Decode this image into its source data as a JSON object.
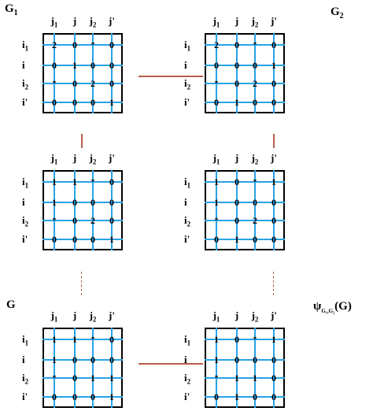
{
  "labels": {
    "g1": "G",
    "g1_sub": "1",
    "g2": "G",
    "g2_sub": "2",
    "g": "G",
    "psi_symbol": "ψ",
    "psi_sub": "G₁,G₂",
    "psi_arg": "(G)"
  },
  "cols": [
    {
      "base": "j",
      "sub": "1"
    },
    {
      "base": "j",
      "sub": ""
    },
    {
      "base": "j",
      "sub": "2"
    },
    {
      "base": "j'",
      "sub": ""
    }
  ],
  "rows": [
    {
      "base": "i",
      "sub": "1"
    },
    {
      "base": "i",
      "sub": ""
    },
    {
      "base": "i",
      "sub": "2"
    },
    {
      "base": "i'",
      "sub": ""
    }
  ],
  "matrices": [
    {
      "id": "G1-top-left",
      "cells": [
        [
          "2",
          "0",
          "*",
          "0"
        ],
        [
          "0",
          "1",
          "0",
          "0"
        ],
        [
          "*",
          "0",
          "2",
          "0"
        ],
        [
          "0",
          "0",
          "0",
          "1"
        ]
      ]
    },
    {
      "id": "G2-top-right",
      "cells": [
        [
          "2",
          "0",
          "*",
          "0"
        ],
        [
          "0",
          "0",
          "0",
          "1"
        ],
        [
          "*",
          "0",
          "2",
          "0"
        ],
        [
          "0",
          "1",
          "0",
          "0"
        ]
      ]
    },
    {
      "id": "mid-left",
      "cells": [
        [
          "1",
          "1",
          "*",
          "0"
        ],
        [
          "1",
          "0",
          "0",
          "0"
        ],
        [
          "*",
          "0",
          "2",
          "0"
        ],
        [
          "0",
          "0",
          "0",
          "1"
        ]
      ]
    },
    {
      "id": "mid-right",
      "cells": [
        [
          "1",
          "0",
          "*",
          "1"
        ],
        [
          "1",
          "0",
          "0",
          "0"
        ],
        [
          "*",
          "0",
          "2",
          "0"
        ],
        [
          "0",
          "1",
          "0",
          "0"
        ]
      ]
    },
    {
      "id": "G-bottom-left",
      "cells": [
        [
          "1",
          "1",
          "*",
          "0"
        ],
        [
          "1",
          "0",
          "0",
          "0"
        ],
        [
          "*",
          "0",
          "1",
          "1"
        ],
        [
          "0",
          "0",
          "0",
          "1"
        ]
      ]
    },
    {
      "id": "psi-bottom-right",
      "cells": [
        [
          "1",
          "0",
          "*",
          "1"
        ],
        [
          "1",
          "0",
          "0",
          "0"
        ],
        [
          "*",
          "1",
          "1",
          "0"
        ],
        [
          "0",
          "1",
          "0",
          "0"
        ]
      ]
    }
  ],
  "colors": {
    "grid": "#29a3e6",
    "connector": "#b85c4a"
  }
}
